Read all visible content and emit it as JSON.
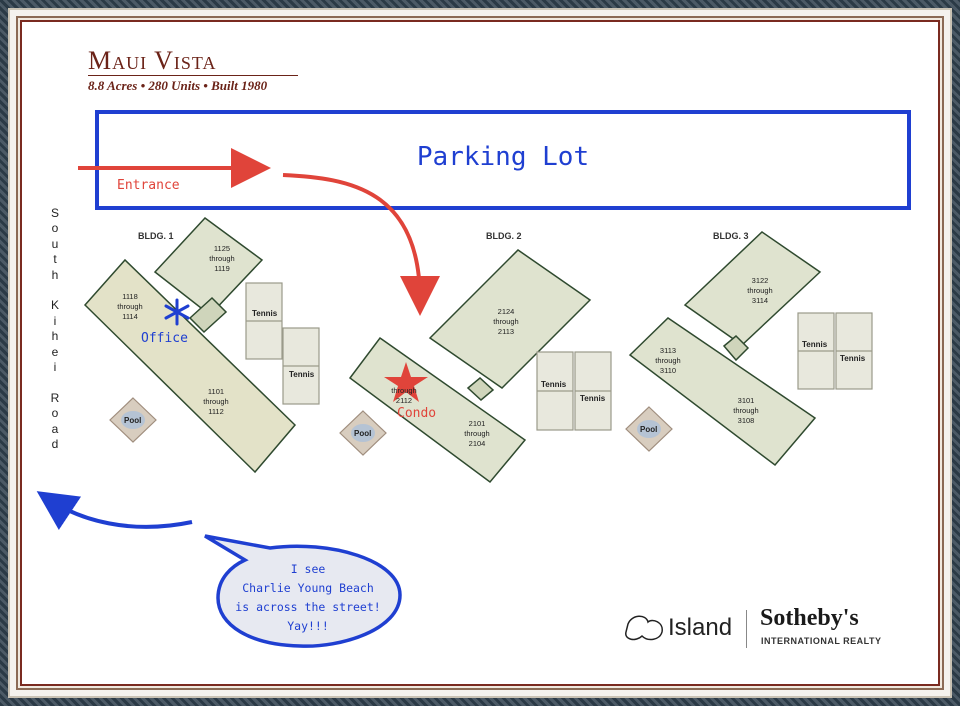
{
  "title": "Maui Vista",
  "subtitle": "8.8 Acres • 280 Units • Built 1980",
  "parking_lot": "Parking Lot",
  "entrance": "Entrance",
  "road": [
    "S",
    "o",
    "u",
    "t",
    "h",
    "",
    "K",
    "i",
    "h",
    "e",
    "i",
    "",
    "R",
    "o",
    "a",
    "d"
  ],
  "buildings": {
    "b1": {
      "label": "BLDG. 1",
      "units": [
        {
          "text": "1125\nthrough\n1119"
        },
        {
          "text": "1118\nthrough\n1114"
        },
        {
          "text": "1101\nthrough\n1112"
        }
      ]
    },
    "b2": {
      "label": "BLDG. 2",
      "units": [
        {
          "text": "2124\nthrough\n2113"
        },
        {
          "text": "through\n2112"
        },
        {
          "text": "2101\nthrough\n2104"
        }
      ]
    },
    "b3": {
      "label": "BLDG. 3",
      "units": [
        {
          "text": "3122\nthrough\n3114"
        },
        {
          "text": "3113\nthrough\n3110"
        },
        {
          "text": "3101\nthrough\n3108"
        }
      ]
    }
  },
  "tennis": "Tennis",
  "pool": "Pool",
  "annotations": {
    "office": "Office",
    "condo": "Condo",
    "bubble": [
      "I see",
      "Charlie Young Beach",
      "is across the street!",
      "Yay!!!"
    ]
  },
  "logo": {
    "island": "Island",
    "sothebys": "Sotheby's",
    "international": "INTERNATIONAL REALTY"
  },
  "colors": {
    "building_fill": "#dfe3cf",
    "building_stroke": "#2f4a2f",
    "red_annotation": "#e0443a",
    "blue_annotation": "#1f3fd1",
    "title": "#6b2318"
  }
}
